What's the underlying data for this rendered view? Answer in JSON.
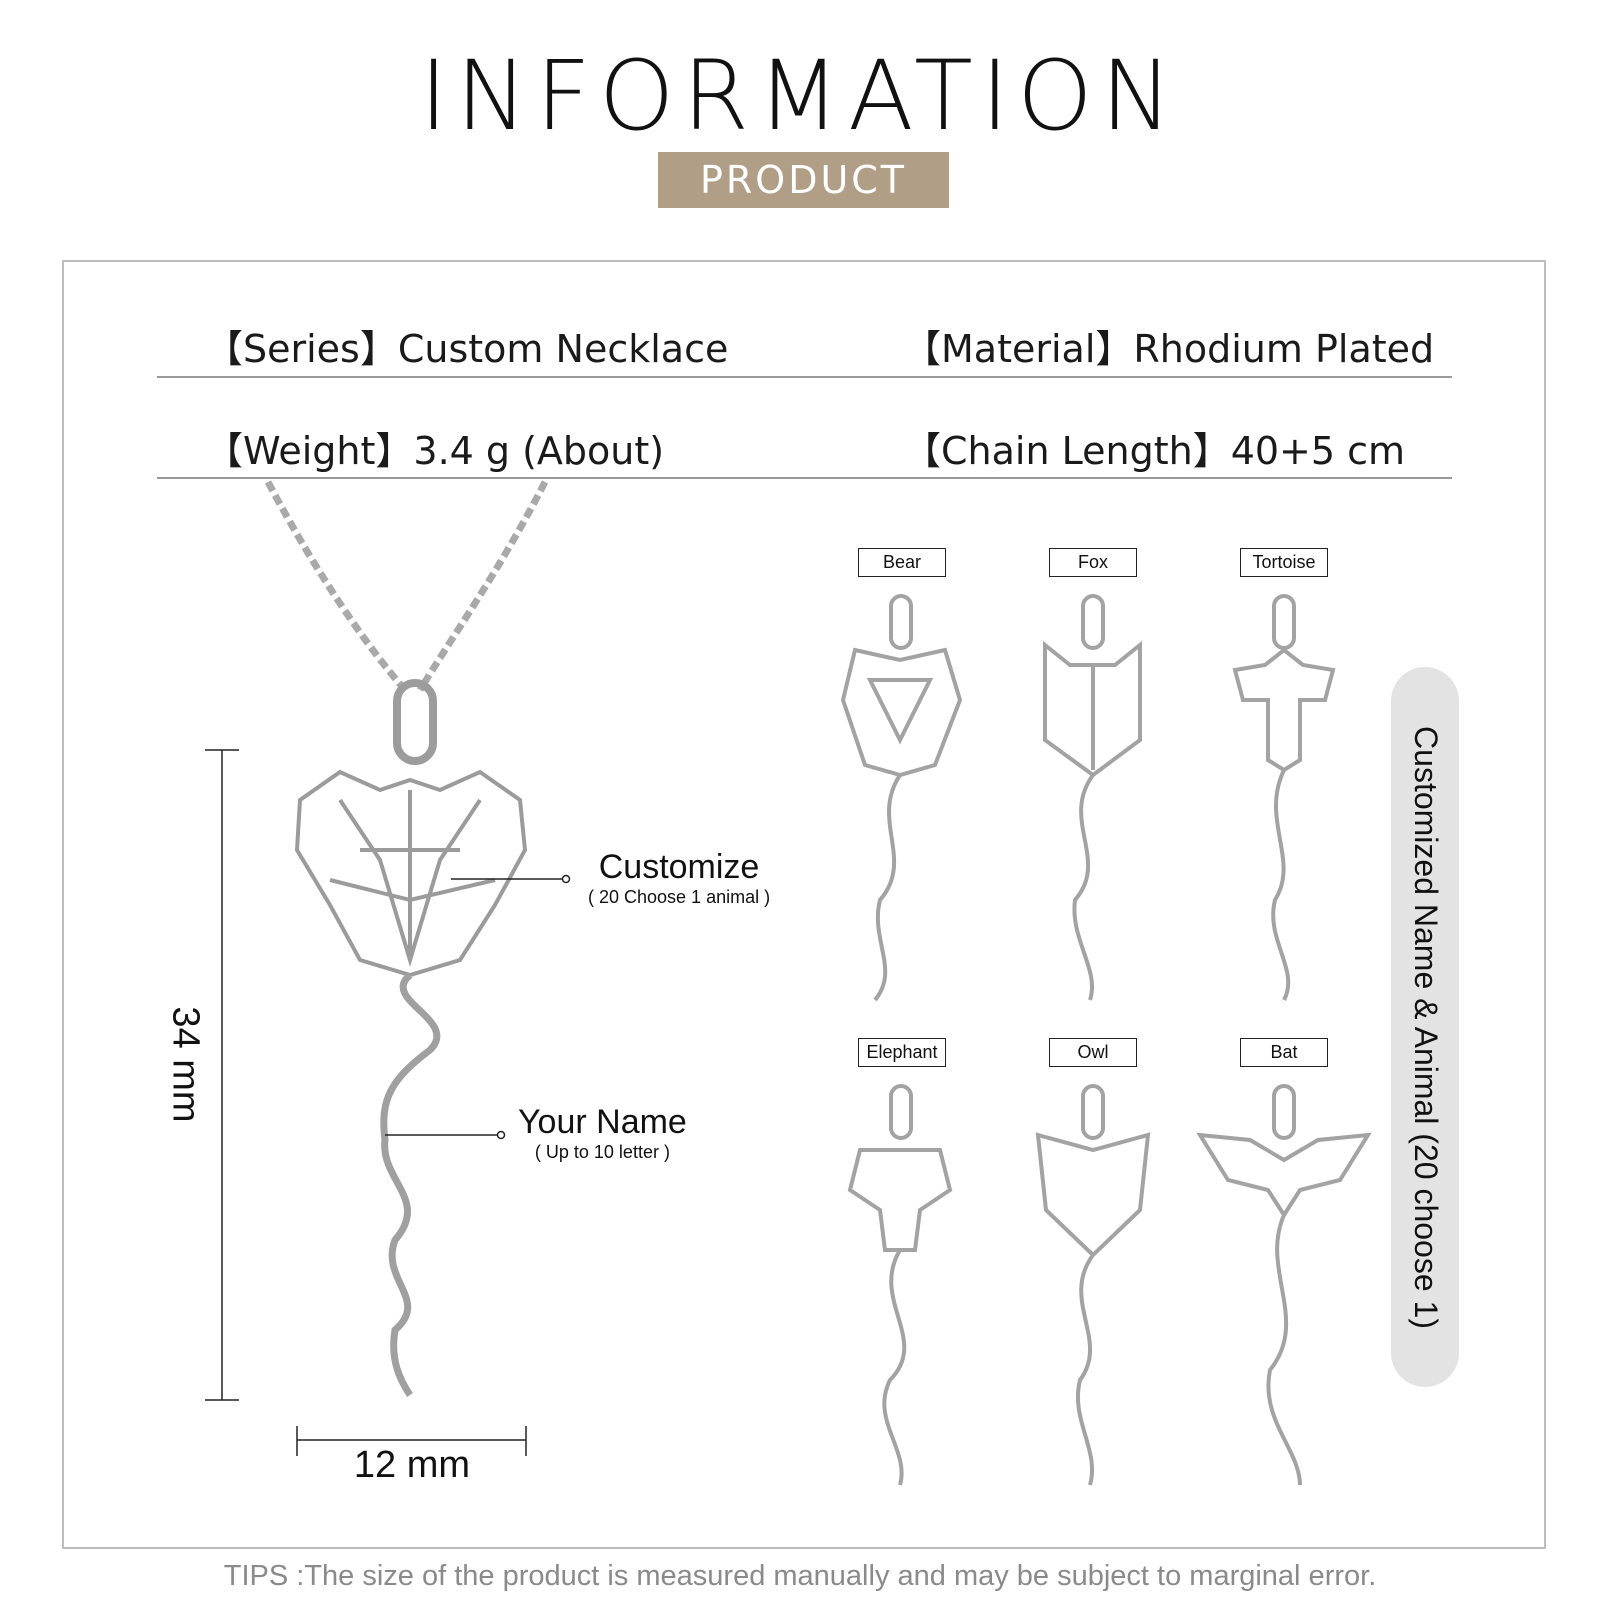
{
  "header": {
    "title": "INFORMATION",
    "badge": "PRODUCT",
    "badge_color": "#b09f86"
  },
  "specs": [
    {
      "label": "【Series】",
      "value": "Custom Necklace"
    },
    {
      "label": "【Material】",
      "value": "Rhodium Plated"
    },
    {
      "label": "【Weight】",
      "value": "3.4 g (About)"
    },
    {
      "label": "【Chain Length】",
      "value": "40+5 cm"
    }
  ],
  "product": {
    "customize": {
      "title": "Customize",
      "subtitle": "( 20 Choose 1 animal )"
    },
    "name": {
      "title": "Your Name",
      "subtitle": "( Up to 10 letter )"
    },
    "height": "34 mm",
    "width": "12 mm"
  },
  "animals": [
    "Bear",
    "Fox",
    "Tortoise",
    "Elephant",
    "Owl",
    "Bat"
  ],
  "side_label": "Customized Name & Animal (20 choose 1)",
  "tips": "TIPS :The size of the product is measured manually and may be subject to marginal error."
}
